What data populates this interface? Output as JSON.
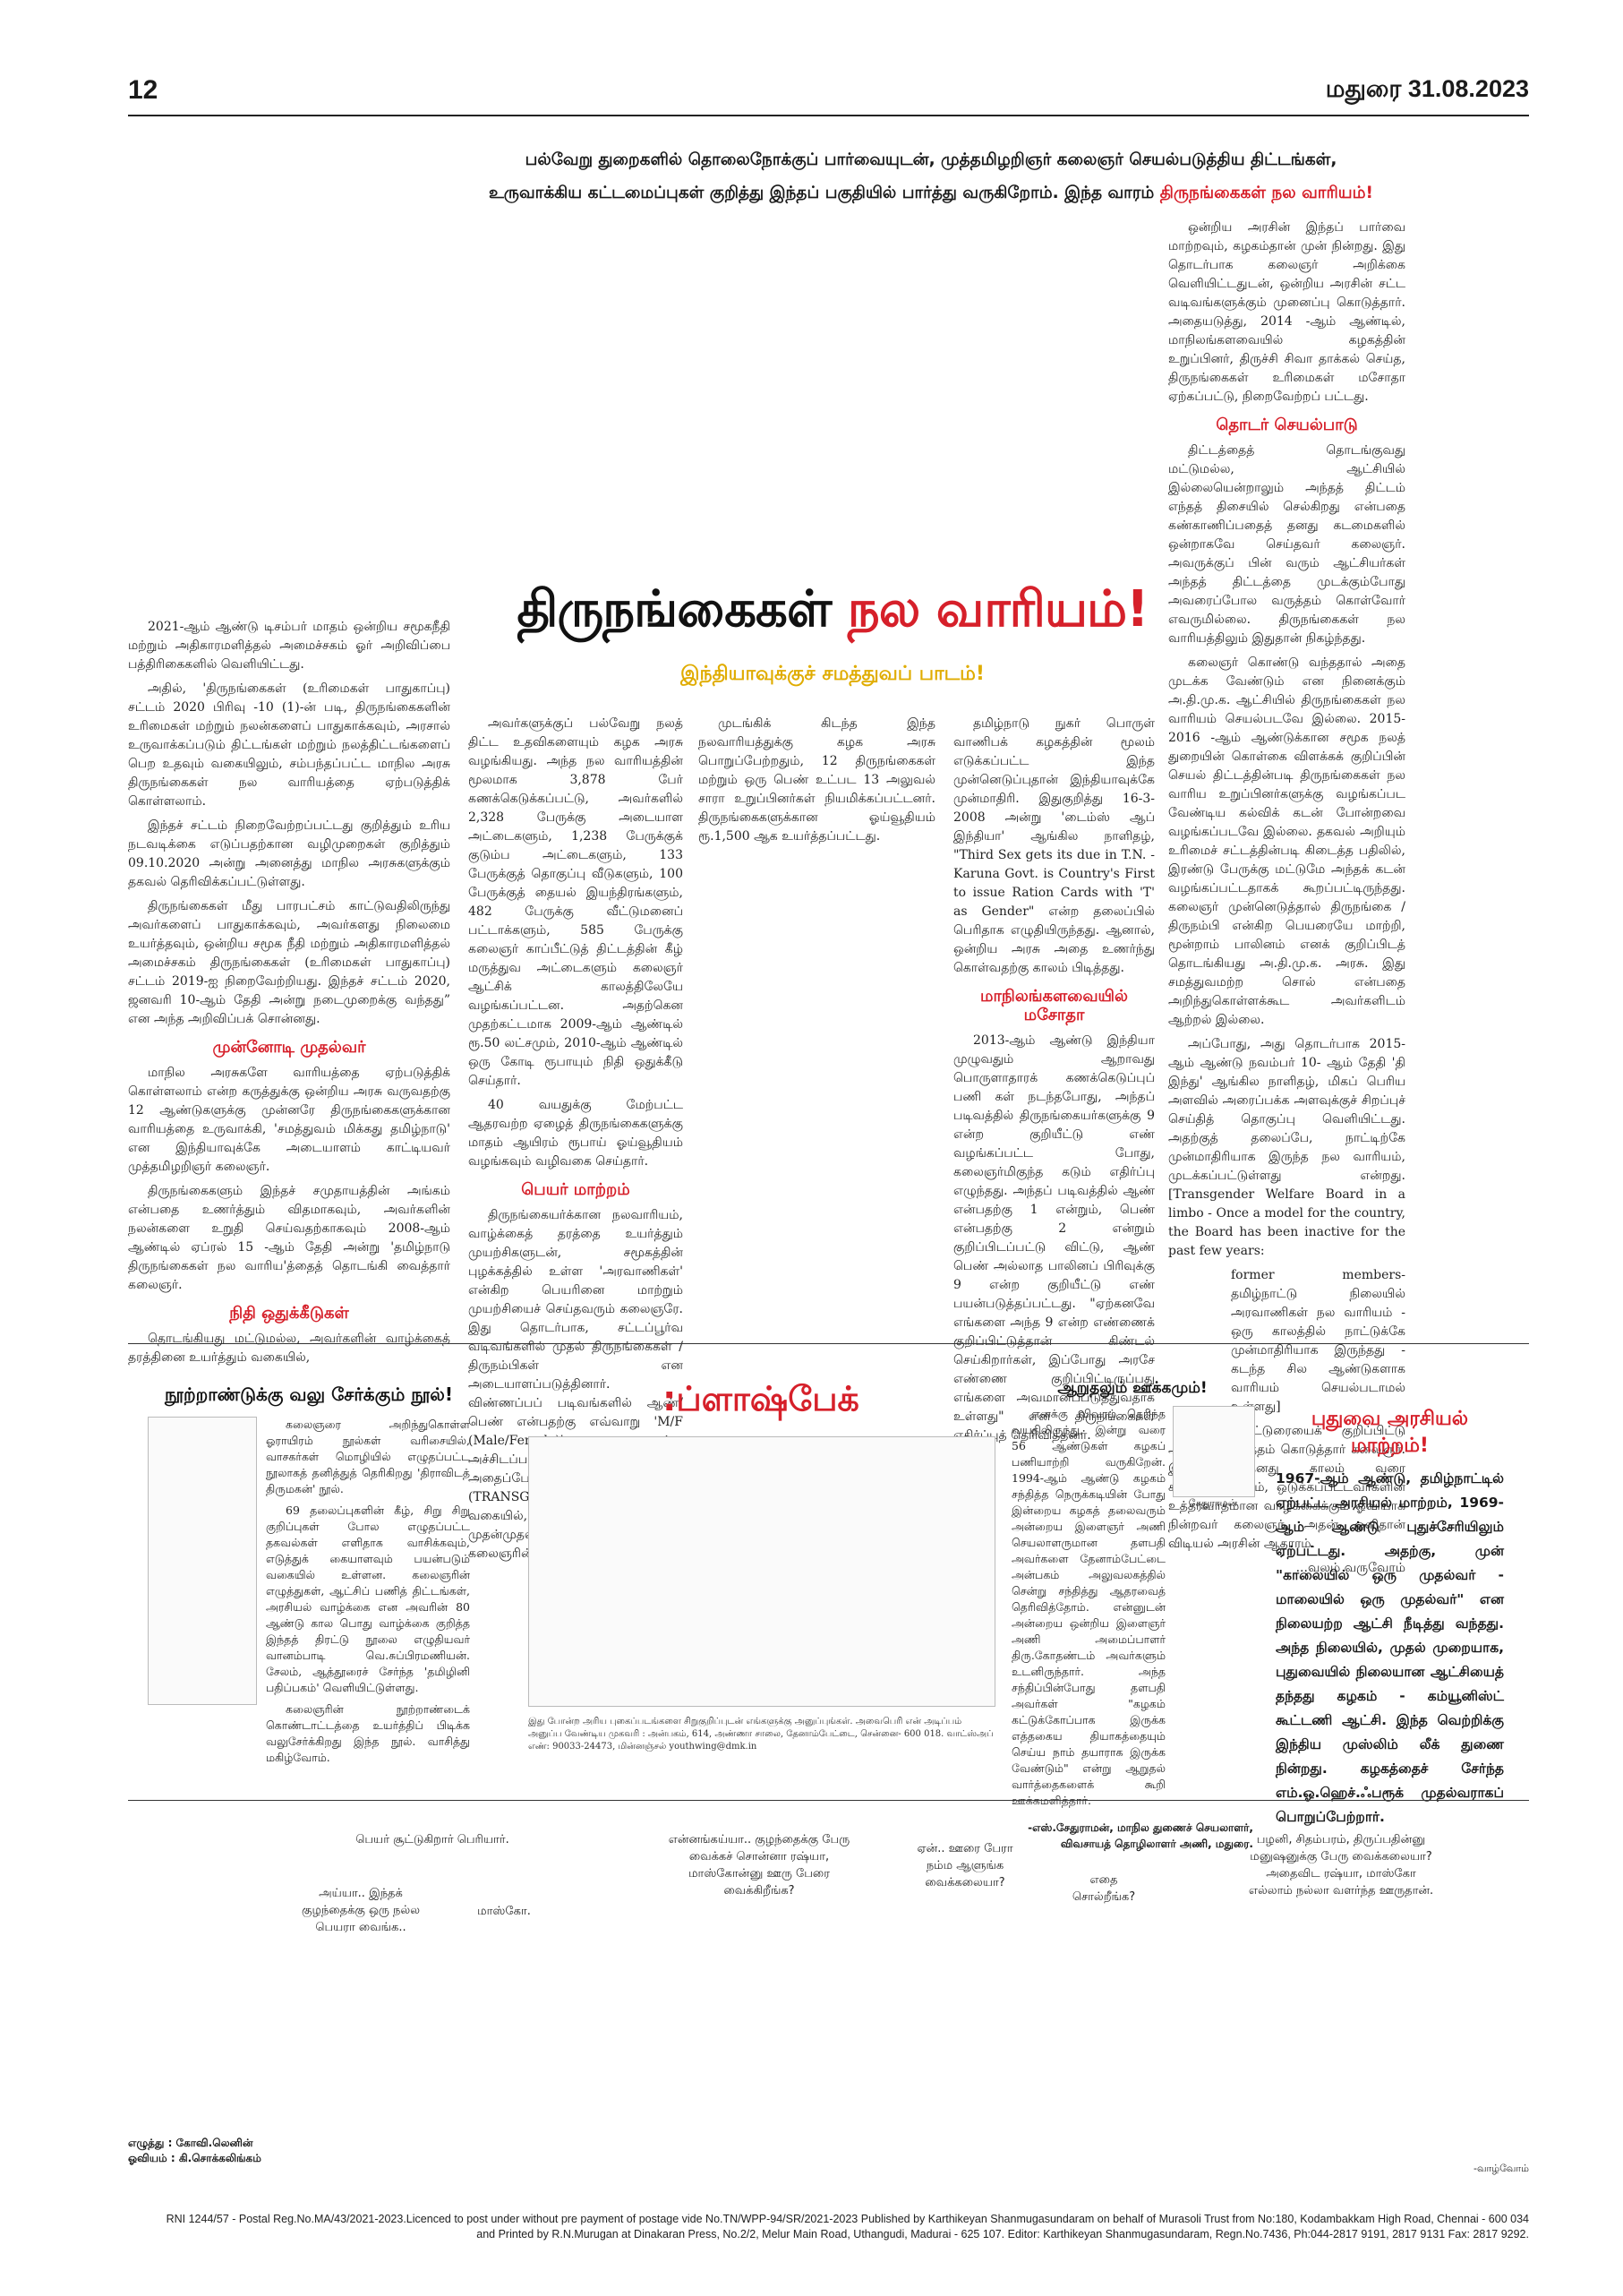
{
  "header": {
    "page_number": "12",
    "dateline": "மதுரை 31.08.2023"
  },
  "intro": {
    "line1": "பல்வேறு துறைகளில் தொலைநோக்குப் பார்வையுடன், முத்தமிழறிஞர் கலைஞர் செயல்படுத்திய திட்டங்கள், உருவாக்கிய கட்டமைப்புகள் குறித்து இந்தப் பகுதியில் பார்த்து வருகிறோம். இந்த வாரம்",
    "highlight": "திருநங்கைகள் நல வாரியம்!"
  },
  "article": {
    "title_part1": "திருநங்கைகள்",
    "title_part2": "நல வாரியம்!",
    "kicker": "இந்தியாவுக்குச் சமத்துவப் பாடம்!",
    "col1": {
      "p1": "2021-ஆம் ஆண்டு டிசம்பர் மாதம் ஒன்றிய சமூகநீதி மற்றும் அதிகாரமளித்தல் அமைச்சகம் ஓர் அறிவிப்பை பத்திரிகைகளில் வெளியிட்டது.",
      "p2": "அதில், 'திருநங்கைகள் (உரிமைகள் பாதுகாப்பு) சட்டம் 2020 பிரிவு -10 (1)-ன் படி, திருநங்கைகளின் உரிமைகள் மற்றும் நலன்களைப் பாதுகாக்கவும், அரசால் உருவாக்கப்படும் திட்டங்கள் மற்றும் நலத்திட்டங்களைப் பெற உதவும் வகையிலும், சம்பந்தப்பட்ட மாநில அரசு திருநங்கைகள் நல வாரியத்தை ஏற்படுத்திக் கொள்ளலாம்.",
      "p3": "இந்தச் சட்டம் நிறைவேற்றப்பட்டது குறித்தும் உரிய நடவடிக்கை எடுப்பதற்கான வழிமுறைகள் குறித்தும் 09.10.2020 அன்று அனைத்து மாநில அரசுகளுக்கும் தகவல் தெரிவிக்கப்பட்டுள்ளது.",
      "p4": "திருநங்கைகள் மீது பாரபட்சம் காட்டுவதிலிருந்து அவர்களைப் பாதுகாக்கவும், அவர்களது நிலைமை உயர்த்தவும், ஒன்றிய சமூக நீதி மற்றும் அதிகாரமளித்தல் அமைச்சகம் திருநங்கைகள் (உரிமைகள் பாதுகாப்பு) சட்டம் 2019-ஐ நிறைவேற்றியது. இந்தச் சட்டம் 2020, ஜனவரி 10-ஆம் தேதி அன்று நடைமுறைக்கு வந்தது” என அந்த அறிவிப்பக் சொன்னது.",
      "sub1": "முன்னோடி முதல்வர்",
      "p5": "மாநில அரசுகளே வாரியத்தை ஏற்படுத்திக் கொள்ளலாம் என்ற கருத்துக்கு ஒன்றிய அரசு வருவதற்கு 12 ஆண்டுகளுக்கு முன்னரே திருநங்கைகளுக்கான வாரியத்தை உருவாக்கி, 'சமத்துவம் மிக்கது தமிழ்நாடு' என இந்தியாவுக்கே அடையாளம் காட்டியவர் முத்தமிழறிஞர் கலைஞர்.",
      "p6": "திருநங்கைகளும் இந்தச் சமுதாயத்தின் அங்கம் என்பதை உணர்த்தும் விதமாகவும், அவர்களின் நலன்களை உறுதி செய்வதற்காகவும் 2008-ஆம் ஆண்டில் ஏப்ரல் 15 -ஆம் தேதி அன்று 'தமிழ்நாடு திருநங்கைகள் நல வாரிய'த்தைத் தொடங்கி வைத்தார் கலைஞர்.",
      "sub2": "நிதி ஒதுக்கீடுகள்",
      "p7": "தொடங்கியது மட்டுமல்ல, அவர்களின் வாழ்க்கைத் தரத்தினை உயர்த்தும் வகையில்,"
    },
    "col2": {
      "p1": "அவர்களுக்குப் பல்வேறு நலத் திட்ட உதவிகளையும் கழக அரசு வழங்கியது. அந்த நல வாரியத்தின் மூலமாக 3,878 பேர் கணக்கெடுக்கப்பட்டு, அவர்களில் 2,328 பேருக்கு அடையாள அட்டைகளும், 1,238 பேருக்குக் குடும்ப அட்டைகளும், 133 பேருக்குத் தொகுப்பு வீடுகளும், 100 பேருக்குத் தையல் இயந்திரங்களும், 482 பேருக்கு வீட்டுமனைப் பட்டாக்களும், 585 பேருக்கு கலைஞர் காப்பீட்டுத் திட்டத்தின் கீழ் மருத்துவ அட்டைகளும் கலைஞர் ஆட்சிக் காலத்திலேயே வழங்கப்பட்டன. அதற்கென முதற்கட்டமாக 2009-ஆம் ஆண்டில் ரூ.50 லட்சமும், 2010-ஆம் ஆண்டில் ஒரு கோடி ரூபாயும் நிதி ஒதுக்கீடு செய்தார்.",
      "p2": "40 வயதுக்கு மேற்பட்ட ஆதரவற்ற ஏழைத் திருநங்கைகளுக்கு மாதம் ஆயிரம் ரூபாய் ஓய்வூதியம் வழங்கவும் வழிவகை செய்தார்.",
      "sub": "பெயர் மாற்றம்",
      "p3": "திருநங்கையர்க்கான நலவாரியம், வாழ்க்கைத் தரத்தை உயர்த்தும் முயற்சிகளுடன், சமூகத்தின் புழக்கத்தில் உள்ள 'அரவாணிகள்' என்கிற பெயரினை மாற்றும் முயற்சியைச் செய்தவரும் கலைஞரே. இது தொடர்பாக, சட்டப்பூர்வ வடிவங்களில் முதல் திருநங்கைகள் / திருநம்பிகள் என அடையாளப்படுத்தினார். விண்ணப்பப் படிவங்களில் ஆண்/பெண் என்பதற்கு எவ்வாறு 'M/F (Male/Female)' என்று அச்சிடப்பட்டிருக்குமோ அதைப்போல, திருநங்கையர்களை (TRANSGENDER) குறிக்கும் வகையில், 'T' என்ற எழுத்தினை முதன்முதலில் குறிப்பிட்டது கலைஞரின் ஆட்சி."
    },
    "col3": {
      "p1": "முடங்கிக் கிடந்த இந்த நலவாரியத்துக்கு கழக அரசு பொறுப்பேற்றதும், 12 திருநங்கைகள் மற்றும் ஒரு பெண் உட்பட 13 அலுவல் சாரா உறுப்பினர்கள் நியமிக்கப்பட்டனர். திருநங்கைகளுக்கான ஓய்வூதியம் ரூ.1,500 ஆக உயர்த்தப்பட்டது."
    },
    "col4": {
      "p1": "தமிழ்நாடு நுகர் பொருள் வாணிபக் கழகத்தின் மூலம் எடுக்கப்பட்ட இந்த முன்னெடுப்புதான் இந்தியாவுக்கே முன்மாதிரி. இதுகுறித்து 16-3-2008 அன்று 'டைம்ஸ் ஆப் இந்தியா' ஆங்கில நாளிதழ், \"Third Sex gets its due in T.N. - Karuna Govt. is Country's First to issue Ration Cards with 'T' as Gender\" என்ற தலைப்பில் பெரிதாக எழுதியிருந்தது. ஆனால், ஒன்றிய அரசு அதை உணர்ந்து கொள்வதற்கு காலம் பிடித்தது.",
      "sub": "மாநிலங்களவையில் மசோதா",
      "p2": "2013-ஆம் ஆண்டு இந்தியா முழுவதும் ஆறாவது பொருளாதாரக் கணக்கெடுப்புப் பணி கள் நடந்தபோது, அந்தப் படிவத்தில் திருநங்கையர்களுக்கு 9 என்ற குறியீட்டு எண் வழங்கப்பட்ட போது, கலைஞர்மிகுந்த கடும் எதிர்ப்பு எழுந்தது. அந்தப் படிவத்தில் ஆண் என்பதற்கு 1 என்றும், பெண் என்பதற்கு 2 என்றும் குறிப்பிடப்பட்டு விட்டு, ஆண் பெண் அல்லாத பாலினப் பிரிவுக்கு 9 என்ற குறியீட்டு எண் பயன்படுத்தப்பட்டது. \"ஏற்கனவே எங்களை அந்த 9 என்ற எண்ணைக் குறிப்பிட்டுத்தான் கிண்டல் செய்கிறார்கள், இப்போது அரசே எண்ணை குறிப்பிட்டிருப்பது எங்களை அவமானப்படுத்துவதாக உள்ளது\" என திருநங்கைகள் எதிர்ப்புத் தெரிவித்தனர்."
    },
    "right": {
      "p1": "ஒன்றிய அரசின் இந்தப் பார்வை மாற்றவும், கழகம்தான் முன் நின்றது. இது தொடர்பாக கலைஞர் அறிக்கை வெளியிட்டதுடன், ஒன்றிய அரசின் சட்ட வடிவங்களுக்கும் முனைப்பு கொடுத்தார். அதையடுத்து, 2014 -ஆம் ஆண்டில், மாநிலங்களவையில் கழகத்தின் உறுப்பினர், திருச்சி சிவா தாக்கல் செய்த, திருநங்கைகள் உரிமைகள் மசோதா ஏற்கப்பட்டு, நிறைவேற்றப் பட்டது.",
      "sub": "தொடர் செயல்பாடு",
      "p2": "திட்டத்தைத் தொடங்குவது மட்டுமல்ல, ஆட்சியில் இல்லையென்றாலும் அந்தத் திட்டம் எந்தத் திசையில் செல்கிறது என்பதை கண்காணிப்பதைத் தனது கடமைகளில் ஒன்றாகவே செய்தவர் கலைஞர். அவருக்குப் பின் வரும் ஆட்சியர்கள் அந்தத் திட்டத்தை முடக்கும்போது அவரைப்போல வருத்தம் கொள்வோர் எவருமில்லை. திருநங்கைகள் நல வாரியத்திலும் இதுதான் நிகழ்ந்தது.",
      "p3": "கலைஞர் கொண்டு வந்ததால் அதை முடக்க வேண்டும் என நினைக்கும் அ.தி.மு.க. ஆட்சியில் திருநங்கைகள் நல வாரியம் செயல்படவே இல்லை. 2015-2016 -ஆம் ஆண்டுக்கான சமூக நலத் துறையின் கொள்கை விளக்கக் குறிப்பின் செயல் திட்டத்தின்படி திருநங்கைகள் நல வாரிய உறுப்பினர்களுக்கு வழங்கப்பட வேண்டிய கல்விக் கடன் போன்றவை வழங்கப்படவே இல்லை. தகவல் அறியும் உரிமைச் சட்டத்தின்படி கிடைத்த பதிலில், இரண்டு பேருக்கு மட்டுமே அந்தக் கடன் வழங்கப்பட்டதாகக் கூறப்பட்டிருந்தது. கலைஞர் முன்னெடுத்தால் திருநங்கை / திருநம்பி என்கிற பெயரையே மாற்றி, மூன்றாம் பாலினம் எனக் குறிப்பிடத் தொடங்கியது அ.தி.மு.க. அரசு. இது சமத்துவமற்ற சொல் என்பதை அறிந்துகொள்ளக்கூட அவர்களிடம் ஆற்றல் இல்லை.",
      "p4": "அப்போது, அது தொடர்பாக 2015-ஆம் ஆண்டு நவம்பர் 10- ஆம் தேதி 'தி இந்து' ஆங்கில நாளிதழ், மிகப் பெரிய அளவில் அரைப்பக்க அளவுக்குச் சிறப்புச் செய்தித் தொகுப்பு வெளியிட்டது. அதற்குத் தலைப்பே, நாட்டிற்கே முன்மாதிரியாக இருந்த நல வாரியம், முடக்கப்பட்டுள்ளது என்றது. [Transgender Welfare Board in a limbo - Once a model for the country, the Board has been inactive for the past few years:",
      "quote": "former members- தமிழ்நாட்டு நிலையில் அரவாணிகள் நல வாரியம் - ஒரு காலத்தில் நாட்டுக்கே முன்மாதிரியாக இருந்தது - கடந்த சில ஆண்டுகளாக வாரியம் செயல்படாமல் உள்ளது]",
      "p5": "இந்தக் கட்டுரையைக் குறிப்பிட்டு அரசுக்கு அழுத்தம் கொடுத்தார் கலைஞர். இப்படித் தனது காலம் வரை சமத்துவத்துக்கும், ஒடுக்கப்பட்டவர்களின் உத்தரவாதமான வாழ்க்கைக்கும் ஓவியாக நின்றவர் கலைஞர். அதன் ஒளிதான் விடியல் அரசின் ஆதாரம்.",
      "sign": "...வலம் வருவோம்"
    }
  },
  "boxes": {
    "book": {
      "title": "நூற்றாண்டுக்கு வலு சேர்க்கும் நூல்!",
      "p1": "கலைஞரை அறிந்துகொள்ள ஓராயிரம் நூல்கள் வரிசையில், வாசகர்கள் மொழியில் எழுதப்பட்ட நூலாகத் தனித்துத் தெரிகிறது 'திராவிடத் திருமகன்' நூல்.",
      "p2": "69 தலைப்புகளின் கீழ், சிறு சிறு குறிப்புகள் போல எழுதப்பட்ட தகவல்கள் எளிதாக வாசிக்கவும், எடுத்துக் கையாளவும் பயன்படும் வகையில் உள்ளன. கலைஞரின் எழுத்துகள், ஆட்சிப் பணித் திட்டங்கள், அரசியல் வாழ்க்கை என அவரின் 80 ஆண்டு கால பொது வாழ்க்கை குறித்த இந்தத் திரட்டு நூலை எழுதியவர் வானம்பாடி வெ.சுப்பிரமணியன். சேலம், ஆத்தூரைச் சேர்ந்த 'தமிழினி பதிப்பகம்' வெளியிட்டுள்ளது.",
      "p3": "கலைஞரின் நூற்றாண்டைக் கொண்டாட்டத்தை உயர்த்திப் பிடிக்க வலுசேர்க்கிறது இந்த நூல். வாசித்து மகிழ்வோம்."
    },
    "flashback": {
      "title": ":ப்ளாஷ்பேக்",
      "note": "இது போன்ற அரிய புகைப்படங்களை சிறுகுறிப்புடன் எங்களுக்கு அனுப்புங்கள். அவைபெரி என் அடிப்பம் அனுப்ப வேண்டிய முகவரி : அன்பகம், 614, அண்ணா சாலை, தேனாம்பேட்டை, சென்னை- 600 018. வாட்ஸ்அப் எண்: 90033-24473, மின்னஞ்சல் youthwing@dmk.in"
    },
    "comfort": {
      "title": "ஆறுதலும் ஊக்கமும்!",
      "photo_label": "சேதுராமன்",
      "p1": "எனக்கு விவரம் தெரிந்த வயதிலிருந்து, இன்று வரை 56 ஆண்டுகள் கழகப் பணியாற்றி வருகிறேன். 1994-ஆம் ஆண்டு கழகம் சந்தித்த நெருக்கடியின் போது இன்றைய கழகத் தலைவரும் அன்றைய இளைஞர் அணி செயலாளருமான தளபதி அவர்களை தேனாம்பேட்டை அன்பகம் அலுவலகத்தில் சென்று சந்தித்து ஆதரவைத் தெரிவித்தோம். என்னுடன் அன்றைய ஒன்றிய இளைஞர் அணி அமைப்பாளர் திரு.கோதண்டம் அவர்களும் உடனிருந்தார். அந்த சந்திப்பின்போது தளபதி அவர்கள் \"கழகம் கட்டுக்கோப்பாக இருக்க எத்தகைய தியாகத்தையும் செய்ய நாம் தயாராக இருக்க வேண்டும்\" என்று ஆறுதல் வார்த்தைகளைக் கூறி ஊக்கமளித்தார்.",
      "sign": "-எஸ்.சேதுராமன், மாநில துணைச் செயலாளர், விவசாயத் தொழிலாளர் அணி, மதுரை."
    },
    "puducherry": {
      "title": "புதுவை அரசியல் மாற்றம்!",
      "p1": "1967-ஆம் ஆண்டு, தமிழ்நாட்டில் ஏற்பட்ட அரசியல் மாற்றம், 1969-ஆம் ஆண்டு புதுச்சேரியிலும் ஏற்பட்டது. அதற்கு, முன் \"காலையில் ஒரு முதல்வர் - மாலையில் ஒரு முதல்வர்\" என நிலையற்ற ஆட்சி நீடித்து வந்தது. அந்த நிலையில், முதல் முறையாக, புதுவையில் நிலையான ஆட்சியைத் தந்தது கழகம் - கம்யூனிஸ்ட் கூட்டணி ஆட்சி. இந்த வெற்றிக்கு இந்திய முஸ்லிம் லீக் துணை நின்றது. கழகத்தைச் சேர்ந்த எம்.ஓ.ஹெச்.ஃபரூக் முதல்வராகப் பொறுப்பேற்றார்."
    }
  },
  "comic": {
    "b1": "பெயர் சூட்டுகிறார் பெரியார்.",
    "b2": "அய்யா.. இந்தக் குழந்தைக்கு ஒரு நல்ல பெயரா வைங்க..",
    "b3": "மாஸ்கோ.",
    "b4": "என்னங்கய்யா.. குழந்தைக்கு பேரு வைக்கச் சொன்னா ரஷ்யா, மாஸ்கோன்னு ஊரு பேரை வைக்கிறீங்க?",
    "b5": "ஏன்.. ஊரை பேரா நம்ம ஆளுங்க வைக்கலையா?",
    "b6": "எதை சொல்றீங்க?",
    "b7": "பழனி, சிதம்பரம், திருப்பதின்னு மனுஷனுக்கு பேரு வைக்கலையா? அதைவிட ரஷ்யா, மாஸ்கோ எல்லாம் நல்லா வளர்ந்த ஊருதான்.",
    "credit1": "எழுத்து : கோவி.லெனின்",
    "credit2": "ஓவியம் : கி.சொக்கலிங்கம்",
    "continue": "-வாழ்வோம்"
  },
  "footer": {
    "line1": "RNI 1244/57 - Postal Reg.No.MA/43/2021-2023.Licenced to post under without pre payment of postage vide No.TN/WPP-94/SR/2021-2023 Published by Karthikeyan Shanmugasundaram on behalf of Murasoli Trust from No:180, Kodambakkam High Road, Chennai - 600 034",
    "line2": "and Printed by R.N.Murugan at Dinakaran Press, No.2/2, Melur Main Road, Uthangudi, Madurai - 625 107. Editor: Karthikeyan Shanmugasundaram, Regn.No.7436, Ph:044-2817 9191, 2817 9131 Fax: 2817 9292."
  }
}
